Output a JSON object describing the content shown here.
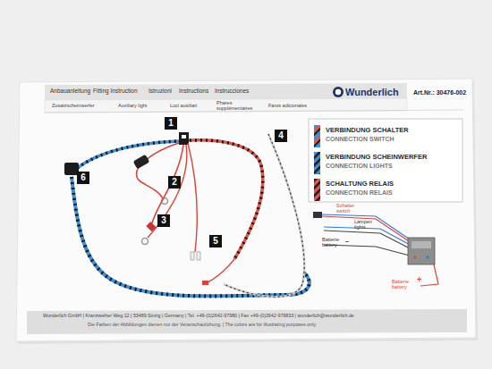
{
  "diagram": {
    "nodes": [
      {
        "text": [
          "1"
        ]
      },
      {
        "text": [
          "2"
        ]
      },
      {
        "text": [
          "3"
        ]
      },
      {
        "text": [
          "4"
        ]
      },
      {
        "text": [
          "5"
        ]
      },
      {
        "text": [
          "6"
        ]
      }
    ],
    "labels": [
      "Anbauanleitung",
      "Fitting Instruction",
      "Istruzioni",
      "Instructions",
      "Instrucciones",
      "Wunderlich",
      "Art.Nr.: 30476-002",
      "Zusatzscheinwerfer",
      "Auxiliary light",
      "Luci ausiliari",
      "Phares supplémentaires",
      "Faros adicionales",
      "Schalter",
      "switch",
      "Lampen",
      "lights",
      "Batterie",
      "battery",
      "–",
      "Batterie",
      "battery",
      "+",
      "Wunderlich GmbH | Kranzweiher Weg 12 | 53489 Sinzig | Germany | Tel. +49-(0)2642-97980 | Fax +49-(0)2642-979833 | wunderlich@wunderlich.de",
      "Die Farben der Abbildungen dienen nur der Veranschaulichung. | The colors are for illustrating purposes only."
    ],
    "legend": [
      {
        "text": "VERBINDUNG SCHALTER"
      },
      {
        "text": "CONNECTION SWITCH"
      },
      {
        "text": "VERBINDUNG SCHEINWERFER"
      },
      {
        "text": "CONNECTION LIGHTS"
      },
      {
        "text": "SCHALTUNG RELAIS"
      },
      {
        "text": "CONNECTION RELAIS"
      }
    ]
  }
}
